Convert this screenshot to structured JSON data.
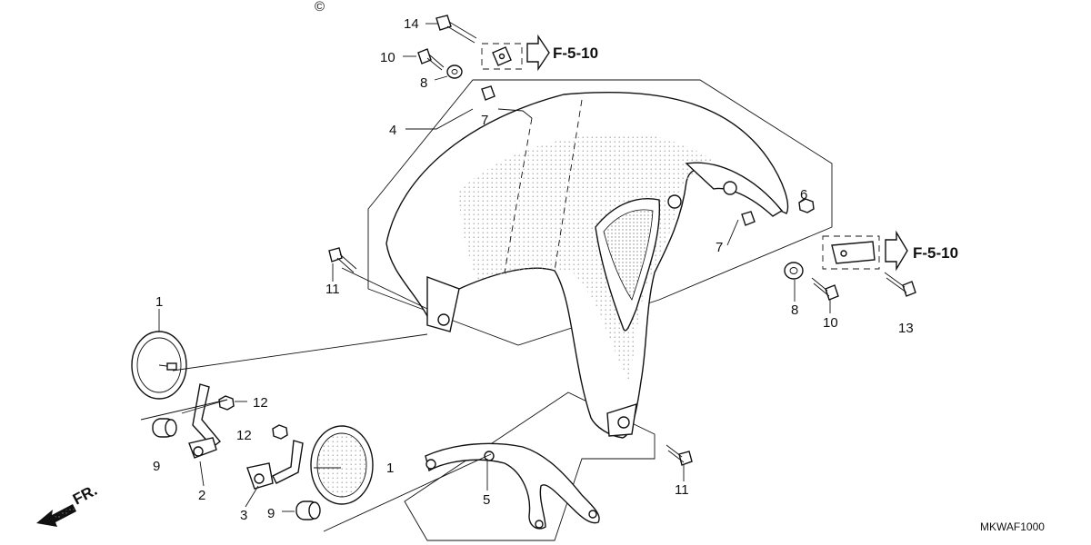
{
  "diagram": {
    "code": "MKWAF1000",
    "direction_label": "FR.",
    "copyright": "©",
    "refs": {
      "upper": "F-5-10",
      "right": "F-5-10"
    },
    "callouts": {
      "c1a": "1",
      "c1b": "1",
      "c2": "2",
      "c3": "3",
      "c4": "4",
      "c5": "5",
      "c6": "6",
      "c7a": "7",
      "c7b": "7",
      "c8a": "8",
      "c8b": "8",
      "c9a": "9",
      "c9b": "9",
      "c10a": "10",
      "c10b": "10",
      "c11a": "11",
      "c11b": "11",
      "c12a": "12",
      "c12b": "12",
      "c13": "13",
      "c14": "14"
    }
  }
}
